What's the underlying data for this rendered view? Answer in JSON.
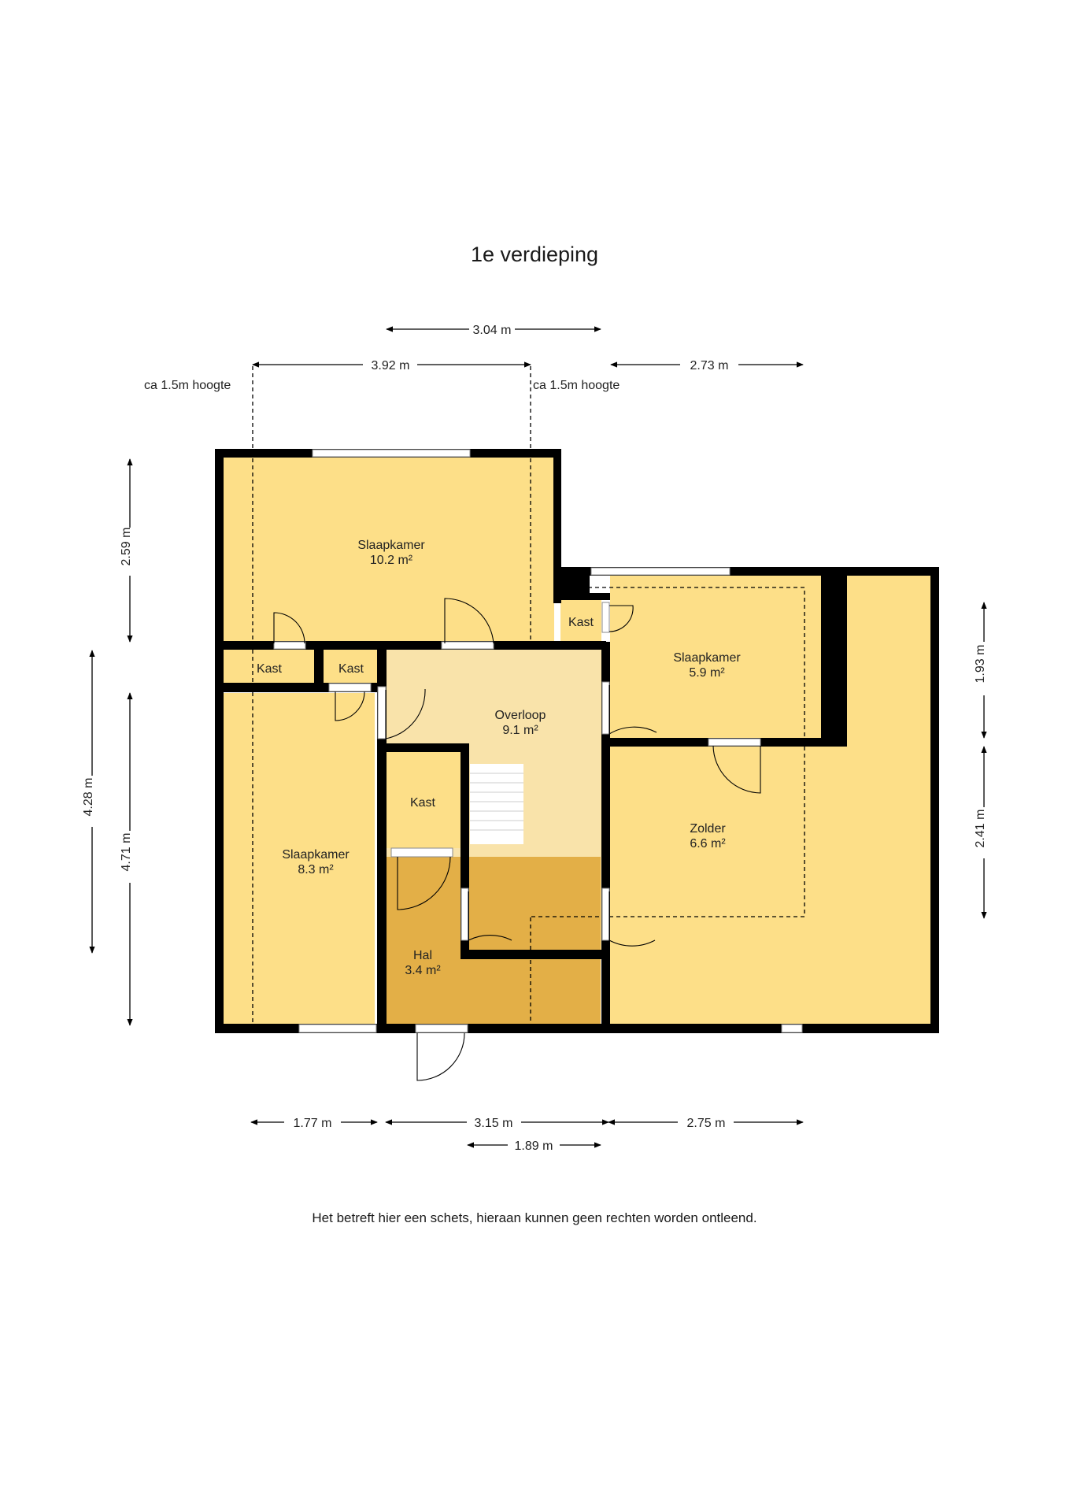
{
  "title": "1e verdieping",
  "disclaimer": "Het betreft hier een schets, hieraan kunnen geen rechten worden ontleend.",
  "colors": {
    "room": "#fddf88",
    "landing": "#f9e3aa",
    "hall": "#e3af47",
    "wall": "#000000",
    "stairs": "#ffffff"
  },
  "rooms": {
    "slaapkamer_top": {
      "name": "Slaapkamer",
      "area": "10.2 m²"
    },
    "slaapkamer_left": {
      "name": "Slaapkamer",
      "area": "8.3 m²"
    },
    "slaapkamer_right": {
      "name": "Slaapkamer",
      "area": "5.9 m²"
    },
    "overloop": {
      "name": "Overloop",
      "area": "9.1 m²"
    },
    "zolder": {
      "name": "Zolder",
      "area": "6.6 m²"
    },
    "hal": {
      "name": "Hal",
      "area": "3.4 m²"
    },
    "kast_1": {
      "name": "Kast"
    },
    "kast_2": {
      "name": "Kast"
    },
    "kast_3": {
      "name": "Kast"
    },
    "kast_4": {
      "name": "Kast"
    }
  },
  "notes": {
    "height_left": "ca 1.5m hoogte",
    "height_right": "ca 1.5m hoogte"
  },
  "dimensions": {
    "top_304": "3.04 m",
    "top_392": "3.92 m",
    "top_273": "2.73 m",
    "left_259": "2.59 m",
    "left_428": "4.28 m",
    "left_471": "4.71 m",
    "right_193": "1.93 m",
    "right_241": "2.41 m",
    "bottom_177": "1.77 m",
    "bottom_315": "3.15 m",
    "bottom_275": "2.75 m",
    "bottom_189": "1.89 m"
  }
}
